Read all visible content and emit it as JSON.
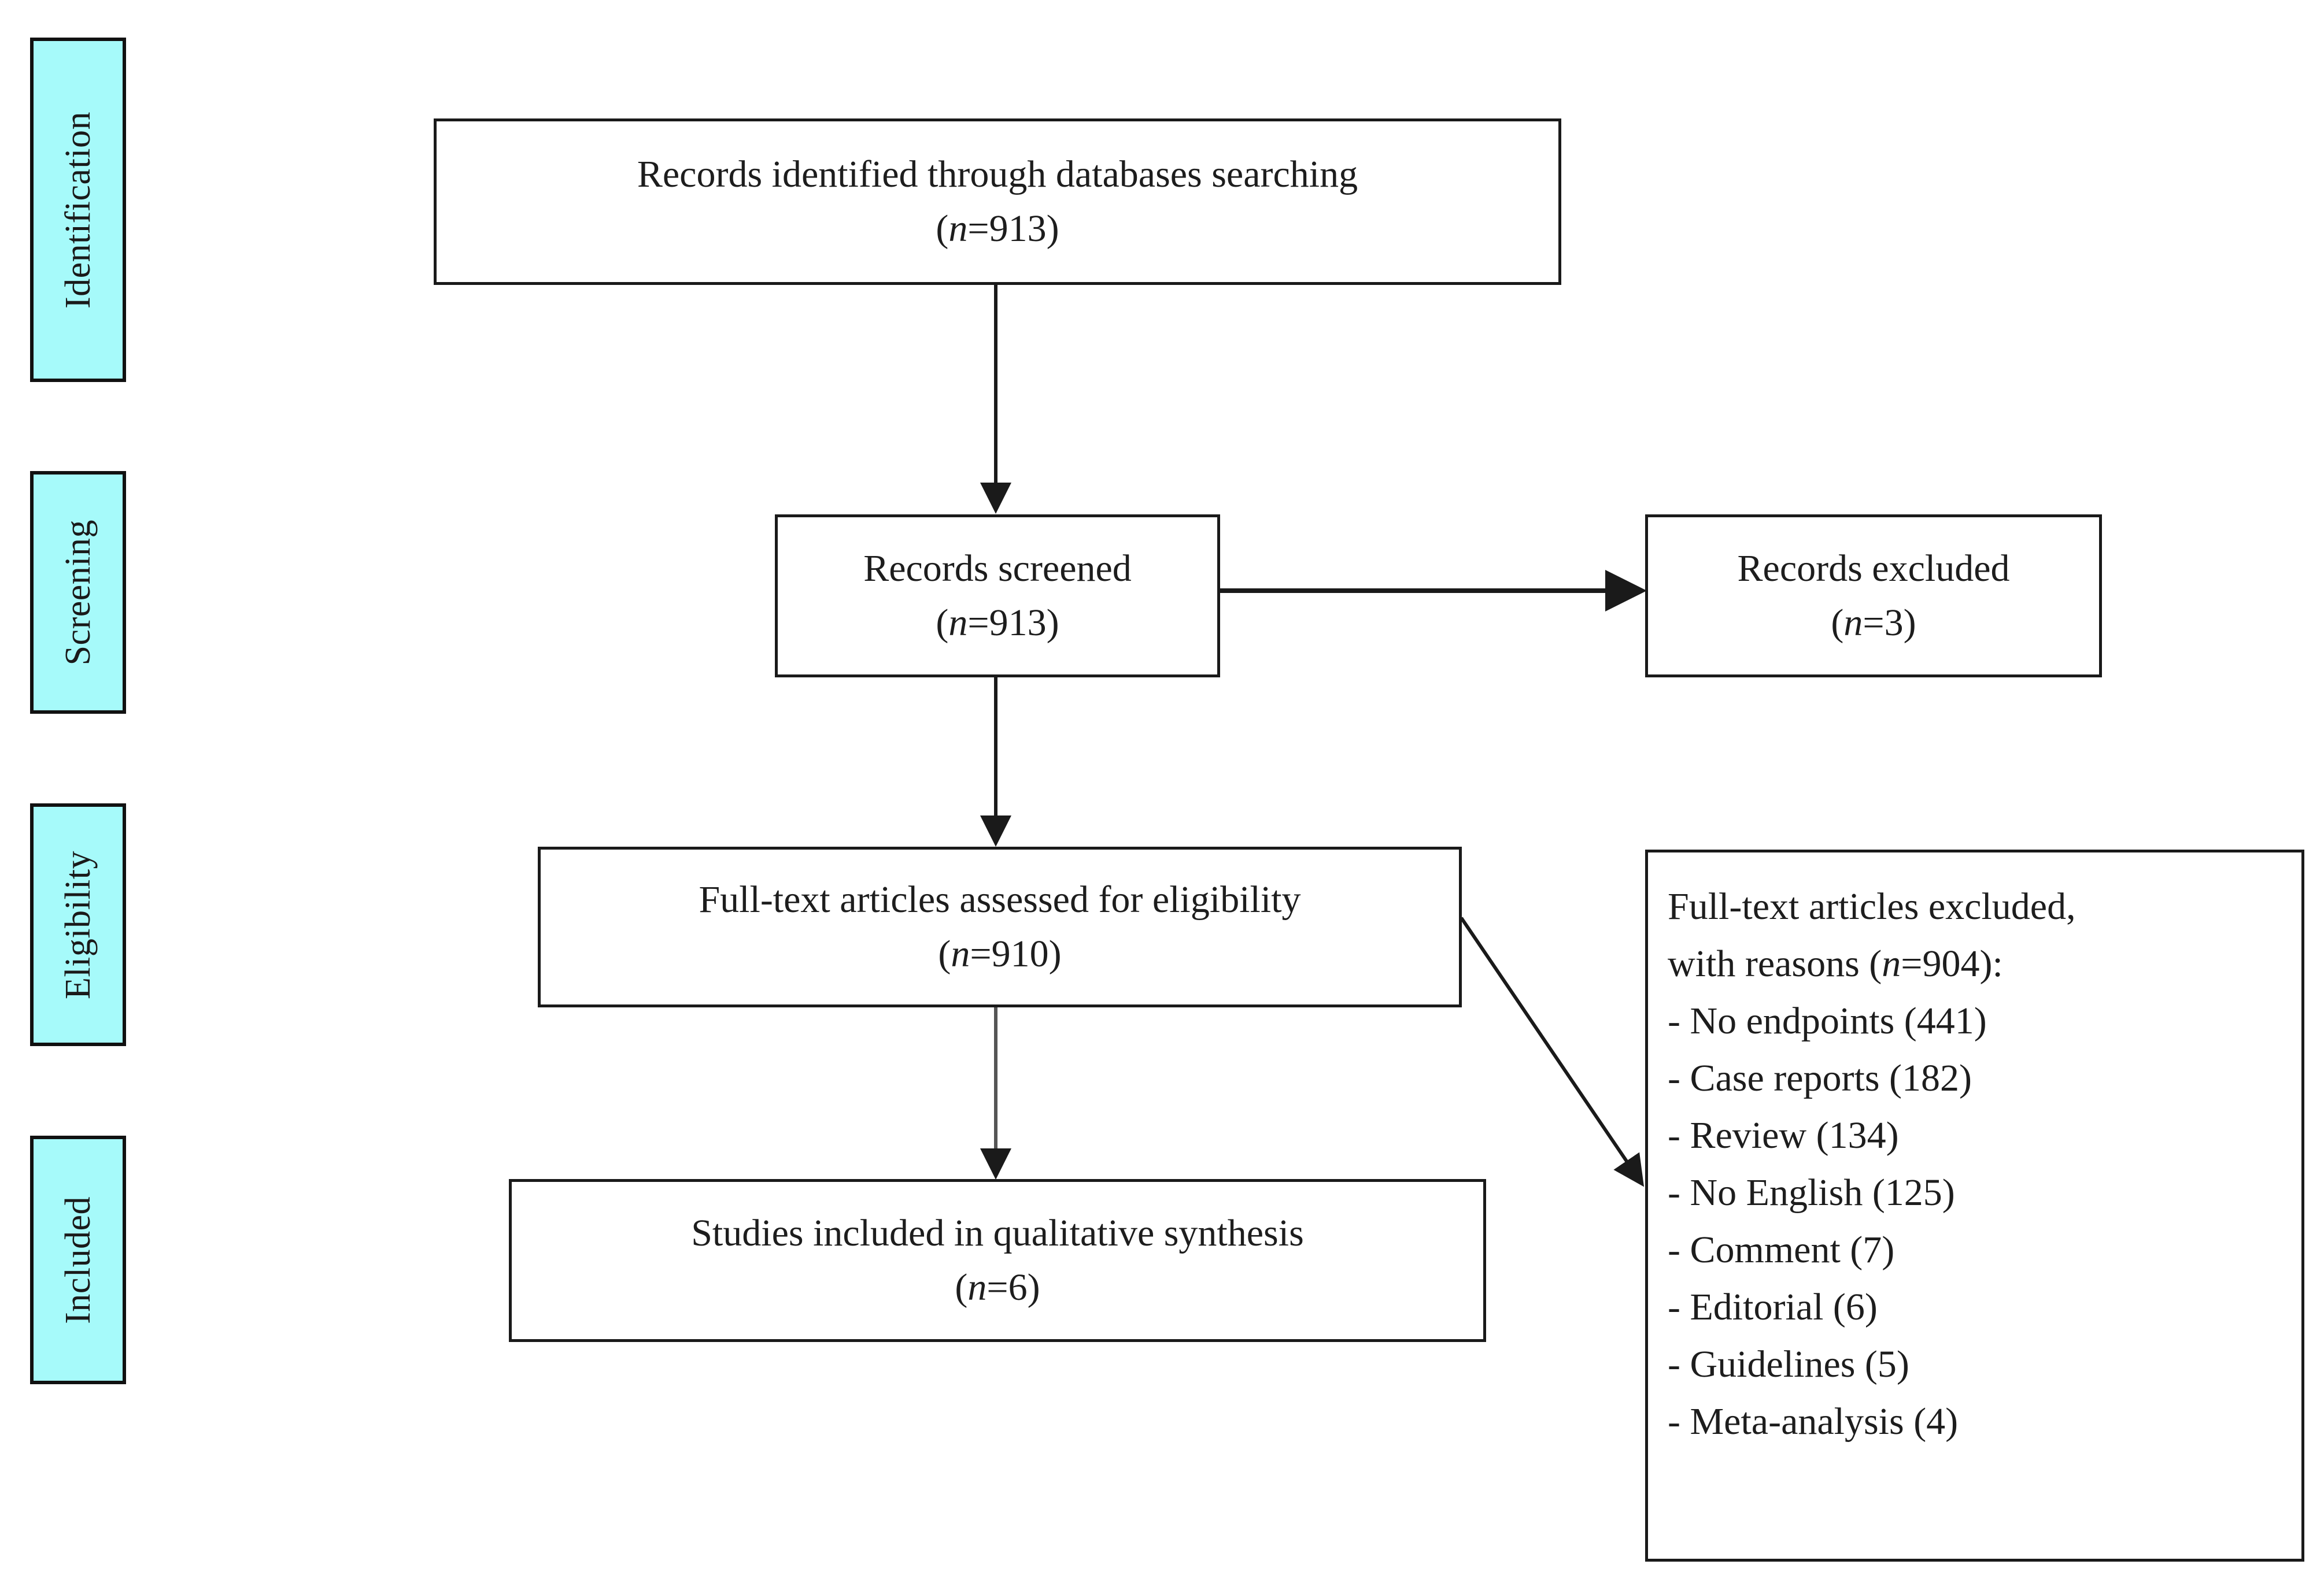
{
  "diagram": {
    "type": "prisma-flow-diagram",
    "stage_labels": [
      {
        "id": "identification",
        "text": "Identification"
      },
      {
        "id": "screening",
        "text": "Screening"
      },
      {
        "id": "eligibility",
        "text": "Eligibility"
      },
      {
        "id": "included",
        "text": "Included"
      }
    ],
    "boxes": {
      "identified": {
        "title": "Records identified through databases searching",
        "count_prefix": "(",
        "count_var": "n",
        "count_eq": "=913)",
        "n": 913
      },
      "screened": {
        "title": "Records screened",
        "count_prefix": "(",
        "count_var": "n",
        "count_eq": "=913)",
        "n": 913
      },
      "records_excluded": {
        "title": "Records excluded",
        "count_prefix": "(",
        "count_var": "n",
        "count_eq": "=3)",
        "n": 3
      },
      "eligibility_assessed": {
        "title": "Full-text articles assessed for eligibility",
        "count_prefix": "(",
        "count_var": "n",
        "count_eq": "=910)",
        "n": 910
      },
      "included_studies": {
        "title": "Studies included in qualitative synthesis",
        "count_prefix": "(",
        "count_var": "n",
        "count_eq": "=6)",
        "n": 6
      },
      "fulltext_excluded": {
        "line1": "Full-text articles excluded,",
        "line2_a": "with reasons (",
        "line2_var": "n",
        "line2_b": "=904):",
        "n": 904,
        "reasons": [
          {
            "label": "- No endpoints (441)",
            "name": "No endpoints",
            "count": 441
          },
          {
            "label": "- Case reports (182)",
            "name": "Case reports",
            "count": 182
          },
          {
            "label": "- Review (134)",
            "name": "Review",
            "count": 134
          },
          {
            "label": "- No English (125)",
            "name": "No English",
            "count": 125
          },
          {
            "label": "- Comment (7)",
            "name": "Comment",
            "count": 7
          },
          {
            "label": "- Editorial (6)",
            "name": "Editorial",
            "count": 6
          },
          {
            "label": "- Guidelines (5)",
            "name": "Guidelines",
            "count": 5
          },
          {
            "label": "- Meta-analysis (4)",
            "name": "Meta-analysis",
            "count": 4
          }
        ]
      }
    },
    "colors": {
      "stage_label_fill": "#A6FAFA",
      "border": "#1a1a1a",
      "text": "#1d1d1d",
      "background": "#ffffff"
    }
  }
}
